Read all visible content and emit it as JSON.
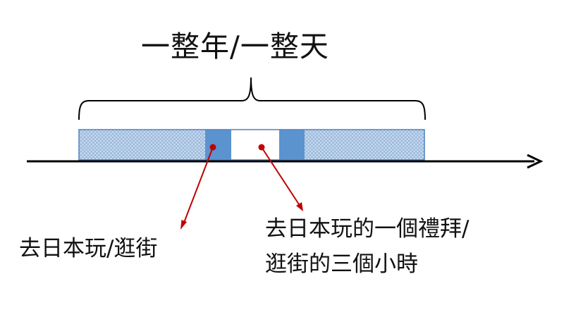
{
  "title": "一整年/一整天",
  "caption_left": "去日本玩/逛街",
  "caption_right": {
    "line1": "去日本玩的一個禮拜/",
    "line2": "逛街的三個小時"
  },
  "colors": {
    "hatch_fill": "#c9dbee",
    "hatch_line": "#8fb0d6",
    "highlight_block": "#5b93cf",
    "border": "#4f81bd",
    "arrow": "#c00000",
    "axis": "#000000"
  }
}
